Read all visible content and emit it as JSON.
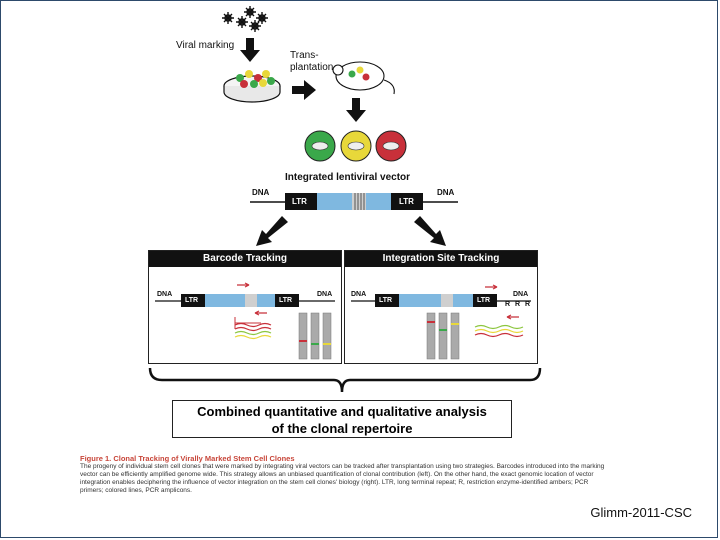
{
  "labels": {
    "viral_marking": "Viral marking",
    "transplantation": "Trans-\nplantation",
    "vector_title": "Integrated lentiviral vector",
    "dna": "DNA",
    "ltr": "LTR",
    "barcode_tracking": "Barcode Tracking",
    "integration_site_tracking": "Integration Site Tracking",
    "restriction_sites": [
      "R",
      "R",
      "R"
    ],
    "summary_line1": "Combined quantitative and qualitative analysis",
    "summary_line2": "of the clonal repertoire"
  },
  "caption": {
    "title": "Figure 1. Clonal Tracking of Virally Marked Stem Cell Clones",
    "body": "The progeny of individual stem cell clones that were marked by integrating viral vectors can be tracked after transplantation using two strategies. Barcodes introduced into the marking vector can be efficiently amplified genome wide. This strategy allows an unbiased quantification of clonal contribution (left). On the other hand, the exact genomic location of vector integration enables deciphering the influence of vector integration on the stem cell clones' biology (right). LTR, long terminal repeat; R, restriction enzyme-identified ambers; PCR primers; colored lines, PCR amplicons."
  },
  "watermark": "Glimm-2011-CSC",
  "colors": {
    "vector_blue": "#7fb8e0",
    "ltr_black": "#111111",
    "clone_green": "#3aa84a",
    "clone_yellow": "#e8d83a",
    "clone_red": "#c8303a",
    "caption_red": "#c8463a"
  }
}
